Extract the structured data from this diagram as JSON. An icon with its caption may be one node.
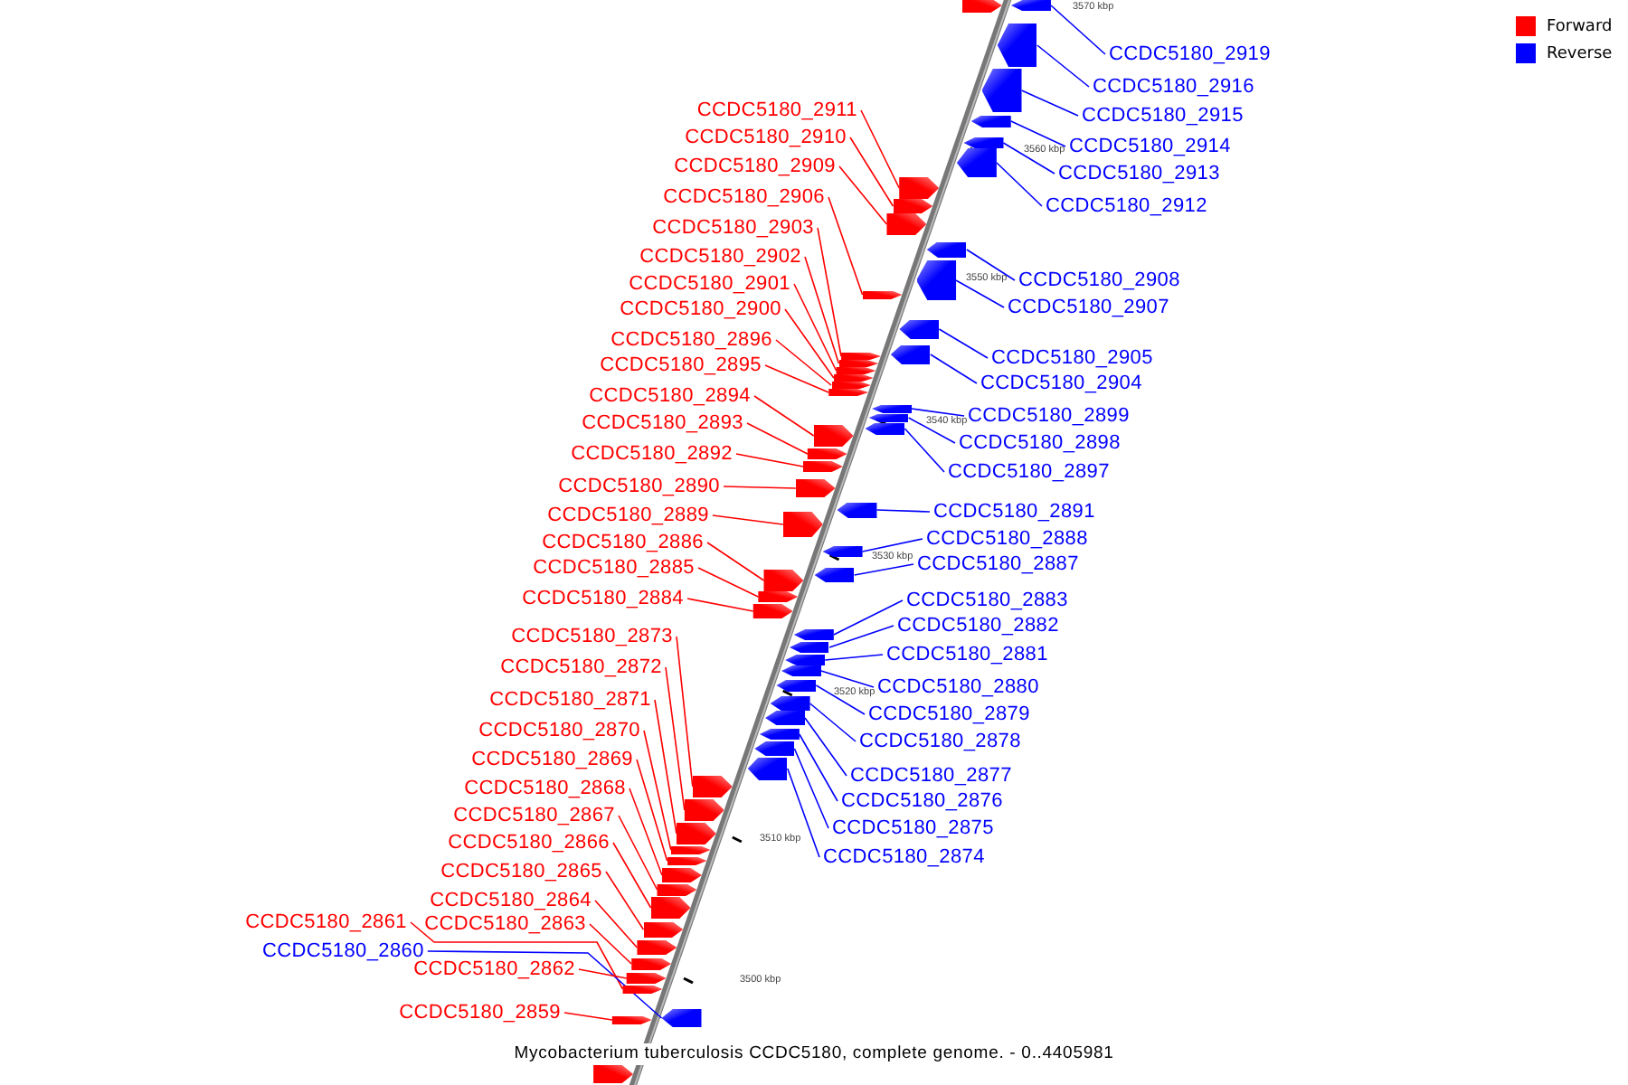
{
  "diagram": {
    "caption": "Mycobacterium tuberculosis CCDC5180, complete genome. - 0..4405981",
    "nodes": [
      {
        "text": [],
        "shape": "arrow"
      },
      {
        "text": [
          "CCDC5180_2919"
        ]
      },
      {
        "text": [],
        "shape": "arrow"
      },
      {
        "text": [
          "CCDC5180_2916"
        ]
      },
      {
        "text": [],
        "shape": "arrow"
      },
      {
        "text": [
          "CCDC5180_2911"
        ]
      },
      {
        "text": [],
        "shape": "arrow"
      },
      {
        "text": [
          "CCDC5180_2915"
        ]
      },
      {
        "text": [],
        "shape": "arrow"
      },
      {
        "text": [
          "CCDC5180_2910"
        ]
      },
      {
        "text": [],
        "shape": "arrow"
      },
      {
        "text": [
          "CCDC5180_2914"
        ]
      },
      {
        "text": [],
        "shape": "arrow"
      },
      {
        "text": [
          "CCDC5180_2909"
        ]
      },
      {
        "text": [],
        "shape": "arrow"
      },
      {
        "text": [
          "CCDC5180_2913"
        ]
      },
      {
        "text": [],
        "shape": "arrow"
      },
      {
        "text": [
          "CCDC5180_2906"
        ]
      },
      {
        "text": [],
        "shape": "arrow"
      },
      {
        "text": [
          "CCDC5180_2912"
        ]
      },
      {
        "text": [],
        "shape": "arrow"
      },
      {
        "text": [
          "CCDC5180_2903"
        ]
      },
      {
        "text": [],
        "shape": "arrow"
      },
      {
        "text": [
          "CCDC5180_2902"
        ]
      },
      {
        "text": [],
        "shape": "arrow"
      },
      {
        "text": [
          "CCDC5180_2908"
        ]
      },
      {
        "text": [],
        "shape": "arrow"
      },
      {
        "text": [
          "CCDC5180_2901"
        ]
      },
      {
        "text": [],
        "shape": "arrow"
      },
      {
        "text": [
          "CCDC5180_2907"
        ]
      },
      {
        "text": [],
        "shape": "arrow"
      },
      {
        "text": [
          "CCDC5180_2900"
        ]
      },
      {
        "text": [],
        "shape": "arrow"
      },
      {
        "text": [
          "CCDC5180_2896"
        ]
      },
      {
        "text": [],
        "shape": "arrow"
      },
      {
        "text": [
          "CCDC5180_2905"
        ]
      },
      {
        "text": [],
        "shape": "arrow"
      },
      {
        "text": [
          "CCDC5180_2895"
        ]
      },
      {
        "text": [],
        "shape": "arrow"
      },
      {
        "text": [
          "CCDC5180_2904"
        ]
      },
      {
        "text": [],
        "shape": "arrow"
      },
      {
        "text": [
          "CCDC5180_2894"
        ]
      },
      {
        "text": [],
        "shape": "arrow"
      },
      {
        "text": [
          "CCDC5180_2899"
        ]
      },
      {
        "text": [],
        "shape": "arrow"
      },
      {
        "text": [
          "CCDC5180_2893"
        ]
      },
      {
        "text": [],
        "shape": "arrow"
      },
      {
        "text": [
          "CCDC5180_2898"
        ]
      },
      {
        "text": [],
        "shape": "arrow"
      },
      {
        "text": [
          "CCDC5180_2892"
        ]
      },
      {
        "text": [],
        "shape": "arrow"
      },
      {
        "text": [
          "CCDC5180_2897"
        ]
      },
      {
        "text": [],
        "shape": "arrow"
      },
      {
        "text": [
          "CCDC5180_2890"
        ]
      },
      {
        "text": [],
        "shape": "arrow"
      },
      {
        "text": [
          "CCDC5180_2891"
        ]
      },
      {
        "text": [],
        "shape": "arrow"
      },
      {
        "text": [
          "CCDC5180_2889"
        ]
      },
      {
        "text": [],
        "shape": "arrow"
      },
      {
        "text": [
          "CCDC5180_2888"
        ]
      },
      {
        "text": [],
        "shape": "arrow"
      },
      {
        "text": [
          "CCDC5180_2886"
        ]
      },
      {
        "text": [],
        "shape": "arrow"
      },
      {
        "text": [
          "CCDC5180_2887"
        ]
      },
      {
        "text": [],
        "shape": "arrow"
      },
      {
        "text": [
          "CCDC5180_2885"
        ]
      },
      {
        "text": [],
        "shape": "arrow"
      },
      {
        "text": [
          "CCDC5180_2884"
        ]
      },
      {
        "text": [],
        "shape": "arrow"
      },
      {
        "text": [
          "CCDC5180_2883"
        ]
      },
      {
        "text": [],
        "shape": "arrow"
      },
      {
        "text": [
          "CCDC5180_2882"
        ]
      },
      {
        "text": [],
        "shape": "arrow"
      },
      {
        "text": [
          "CCDC5180_2873"
        ]
      },
      {
        "text": [],
        "shape": "arrow"
      },
      {
        "text": [
          "CCDC5180_2881"
        ]
      },
      {
        "text": [],
        "shape": "arrow"
      },
      {
        "text": [
          "CCDC5180_2872"
        ]
      },
      {
        "text": [],
        "shape": "arrow"
      },
      {
        "text": [
          "CCDC5180_2880"
        ]
      },
      {
        "text": [],
        "shape": "arrow"
      },
      {
        "text": [
          "CCDC5180_2871"
        ]
      },
      {
        "text": [],
        "shape": "arrow"
      },
      {
        "text": [
          "CCDC5180_2879"
        ]
      },
      {
        "text": [],
        "shape": "arrow"
      },
      {
        "text": [
          "CCDC5180_2870"
        ]
      },
      {
        "text": [],
        "shape": "arrow"
      },
      {
        "text": [
          "CCDC5180_2878"
        ]
      },
      {
        "text": [],
        "shape": "arrow"
      },
      {
        "text": [
          "CCDC5180_2869"
        ]
      },
      {
        "text": [],
        "shape": "arrow"
      },
      {
        "text": [
          "CCDC5180_2877"
        ]
      },
      {
        "text": [],
        "shape": "arrow"
      },
      {
        "text": [
          "CCDC5180_2868"
        ]
      },
      {
        "text": [],
        "shape": "arrow"
      },
      {
        "text": [
          "CCDC5180_2876"
        ]
      },
      {
        "text": [],
        "shape": "arrow"
      },
      {
        "text": [
          "CCDC5180_2867"
        ]
      },
      {
        "text": [],
        "shape": "arrow"
      },
      {
        "text": [
          "CCDC5180_2875"
        ]
      },
      {
        "text": [],
        "shape": "arrow"
      },
      {
        "text": [
          "CCDC5180_2866"
        ]
      },
      {
        "text": [],
        "shape": "arrow"
      },
      {
        "text": [
          "CCDC5180_2874"
        ]
      },
      {
        "text": [],
        "shape": "arrow"
      },
      {
        "text": [
          "CCDC5180_2865"
        ]
      },
      {
        "text": [],
        "shape": "arrow"
      },
      {
        "text": [
          "CCDC5180_2864"
        ]
      },
      {
        "text": [],
        "shape": "arrow"
      },
      {
        "text": [
          "CCDC5180_2861"
        ]
      },
      {
        "text": [],
        "shape": "arrow"
      },
      {
        "text": [
          "CCDC5180_2863"
        ]
      },
      {
        "text": [],
        "shape": "arrow"
      },
      {
        "text": [
          "CCDC5180_2860"
        ]
      },
      {
        "text": [],
        "shape": "arrow"
      },
      {
        "text": [
          "CCDC5180_2862"
        ]
      },
      {
        "text": [],
        "shape": "arrow"
      },
      {
        "text": [
          "CCDC5180_2859"
        ]
      },
      {
        "text": [],
        "shape": "arrow"
      },
      {
        "text": [],
        "shape": "arrow"
      }
    ],
    "edges": [
      {
        "from": 1,
        "to": 2,
        "arrow": "none",
        "color": "#0000ff"
      },
      {
        "from": 3,
        "to": 4,
        "arrow": "none",
        "color": "#0000ff"
      },
      {
        "from": 5,
        "to": 6,
        "arrow": "none"
      },
      {
        "from": 7,
        "to": 8,
        "arrow": "none",
        "color": "#0000ff"
      },
      {
        "from": 9,
        "to": 10,
        "arrow": "none"
      },
      {
        "from": 11,
        "to": 12,
        "arrow": "none",
        "color": "#0000ff"
      },
      {
        "from": 13,
        "to": 14,
        "arrow": "none"
      },
      {
        "from": 15,
        "to": 16,
        "arrow": "none",
        "color": "#0000ff"
      },
      {
        "from": 17,
        "to": 18,
        "arrow": "none"
      },
      {
        "from": 19,
        "to": 20,
        "arrow": "none",
        "color": "#0000ff"
      },
      {
        "from": 21,
        "to": 22,
        "arrow": "none"
      },
      {
        "from": 23,
        "to": 24,
        "arrow": "none"
      },
      {
        "from": 25,
        "to": 26,
        "arrow": "none",
        "color": "#0000ff"
      },
      {
        "from": 27,
        "to": 28,
        "arrow": "none"
      },
      {
        "from": 29,
        "to": 30,
        "arrow": "none",
        "color": "#0000ff"
      },
      {
        "from": 31,
        "to": 32,
        "arrow": "none"
      },
      {
        "from": 33,
        "to": 34,
        "arrow": "none"
      },
      {
        "from": 35,
        "to": 36,
        "arrow": "none",
        "color": "#0000ff"
      },
      {
        "from": 37,
        "to": 38,
        "arrow": "none"
      },
      {
        "from": 39,
        "to": 40,
        "arrow": "none",
        "color": "#0000ff"
      },
      {
        "from": 41,
        "to": 42,
        "arrow": "none"
      },
      {
        "from": 43,
        "to": 44,
        "arrow": "none",
        "color": "#0000ff"
      },
      {
        "from": 45,
        "to": 46,
        "arrow": "none"
      },
      {
        "from": 47,
        "to": 48,
        "arrow": "none",
        "color": "#0000ff"
      },
      {
        "from": 49,
        "to": 50,
        "arrow": "none"
      },
      {
        "from": 51,
        "to": 52,
        "arrow": "none",
        "color": "#0000ff"
      },
      {
        "from": 53,
        "to": 54,
        "arrow": "none"
      },
      {
        "from": 55,
        "to": 56,
        "arrow": "none",
        "color": "#0000ff"
      },
      {
        "from": 57,
        "to": 58,
        "arrow": "none"
      },
      {
        "from": 59,
        "to": 60,
        "arrow": "none",
        "color": "#0000ff"
      },
      {
        "from": 61,
        "to": 62,
        "arrow": "none"
      },
      {
        "from": 63,
        "to": 64,
        "arrow": "none",
        "color": "#0000ff"
      },
      {
        "from": 65,
        "to": 66,
        "arrow": "none"
      },
      {
        "from": 67,
        "to": 68,
        "arrow": "none"
      },
      {
        "from": 69,
        "to": 70,
        "arrow": "none",
        "color": "#0000ff"
      },
      {
        "from": 71,
        "to": 72,
        "arrow": "none",
        "color": "#0000ff"
      },
      {
        "from": 73,
        "to": 74,
        "arrow": "none"
      },
      {
        "from": 75,
        "to": 76,
        "arrow": "none",
        "color": "#0000ff"
      },
      {
        "from": 77,
        "to": 78,
        "arrow": "none"
      },
      {
        "from": 79,
        "to": 80,
        "arrow": "none",
        "color": "#0000ff"
      },
      {
        "from": 81,
        "to": 82,
        "arrow": "none"
      },
      {
        "from": 83,
        "to": 84,
        "arrow": "none",
        "color": "#0000ff"
      },
      {
        "from": 85,
        "to": 86,
        "arrow": "none"
      },
      {
        "from": 87,
        "to": 88,
        "arrow": "none",
        "color": "#0000ff"
      },
      {
        "from": 89,
        "to": 90,
        "arrow": "none"
      },
      {
        "from": 91,
        "to": 92,
        "arrow": "none",
        "color": "#0000ff"
      },
      {
        "from": 93,
        "to": 94,
        "arrow": "none"
      },
      {
        "from": 95,
        "to": 96,
        "arrow": "none",
        "color": "#0000ff"
      },
      {
        "from": 97,
        "to": 98,
        "arrow": "none"
      },
      {
        "from": 99,
        "to": 100,
        "arrow": "none",
        "color": "#0000ff"
      },
      {
        "from": 101,
        "to": 102,
        "arrow": "none"
      },
      {
        "from": 103,
        "to": 104,
        "arrow": "none",
        "color": "#0000ff"
      },
      {
        "from": 105,
        "to": 106,
        "arrow": "none"
      },
      {
        "from": 107,
        "to": 108,
        "arrow": "none"
      },
      {
        "from": 109,
        "to": 110,
        "arrow": "none"
      },
      {
        "from": 111,
        "to": 112,
        "arrow": "none"
      },
      {
        "from": 113,
        "to": 114,
        "arrow": "none",
        "color": "#0000ff"
      },
      {
        "from": 115,
        "to": 116,
        "arrow": "none"
      },
      {
        "from": 117,
        "to": 118,
        "arrow": "none"
      }
    ],
    "labels": [
      "3570 kbp",
      "3560 kbp",
      "3550 kbp",
      "3540 kbp",
      "3530 kbp",
      "3520 kbp",
      "3510 kbp",
      "3500 kbp"
    ],
    "legend": [
      {
        "text": "Forward",
        "color": "#ff0000"
      },
      {
        "text": "Reverse",
        "color": "#0000ff"
      }
    ]
  }
}
